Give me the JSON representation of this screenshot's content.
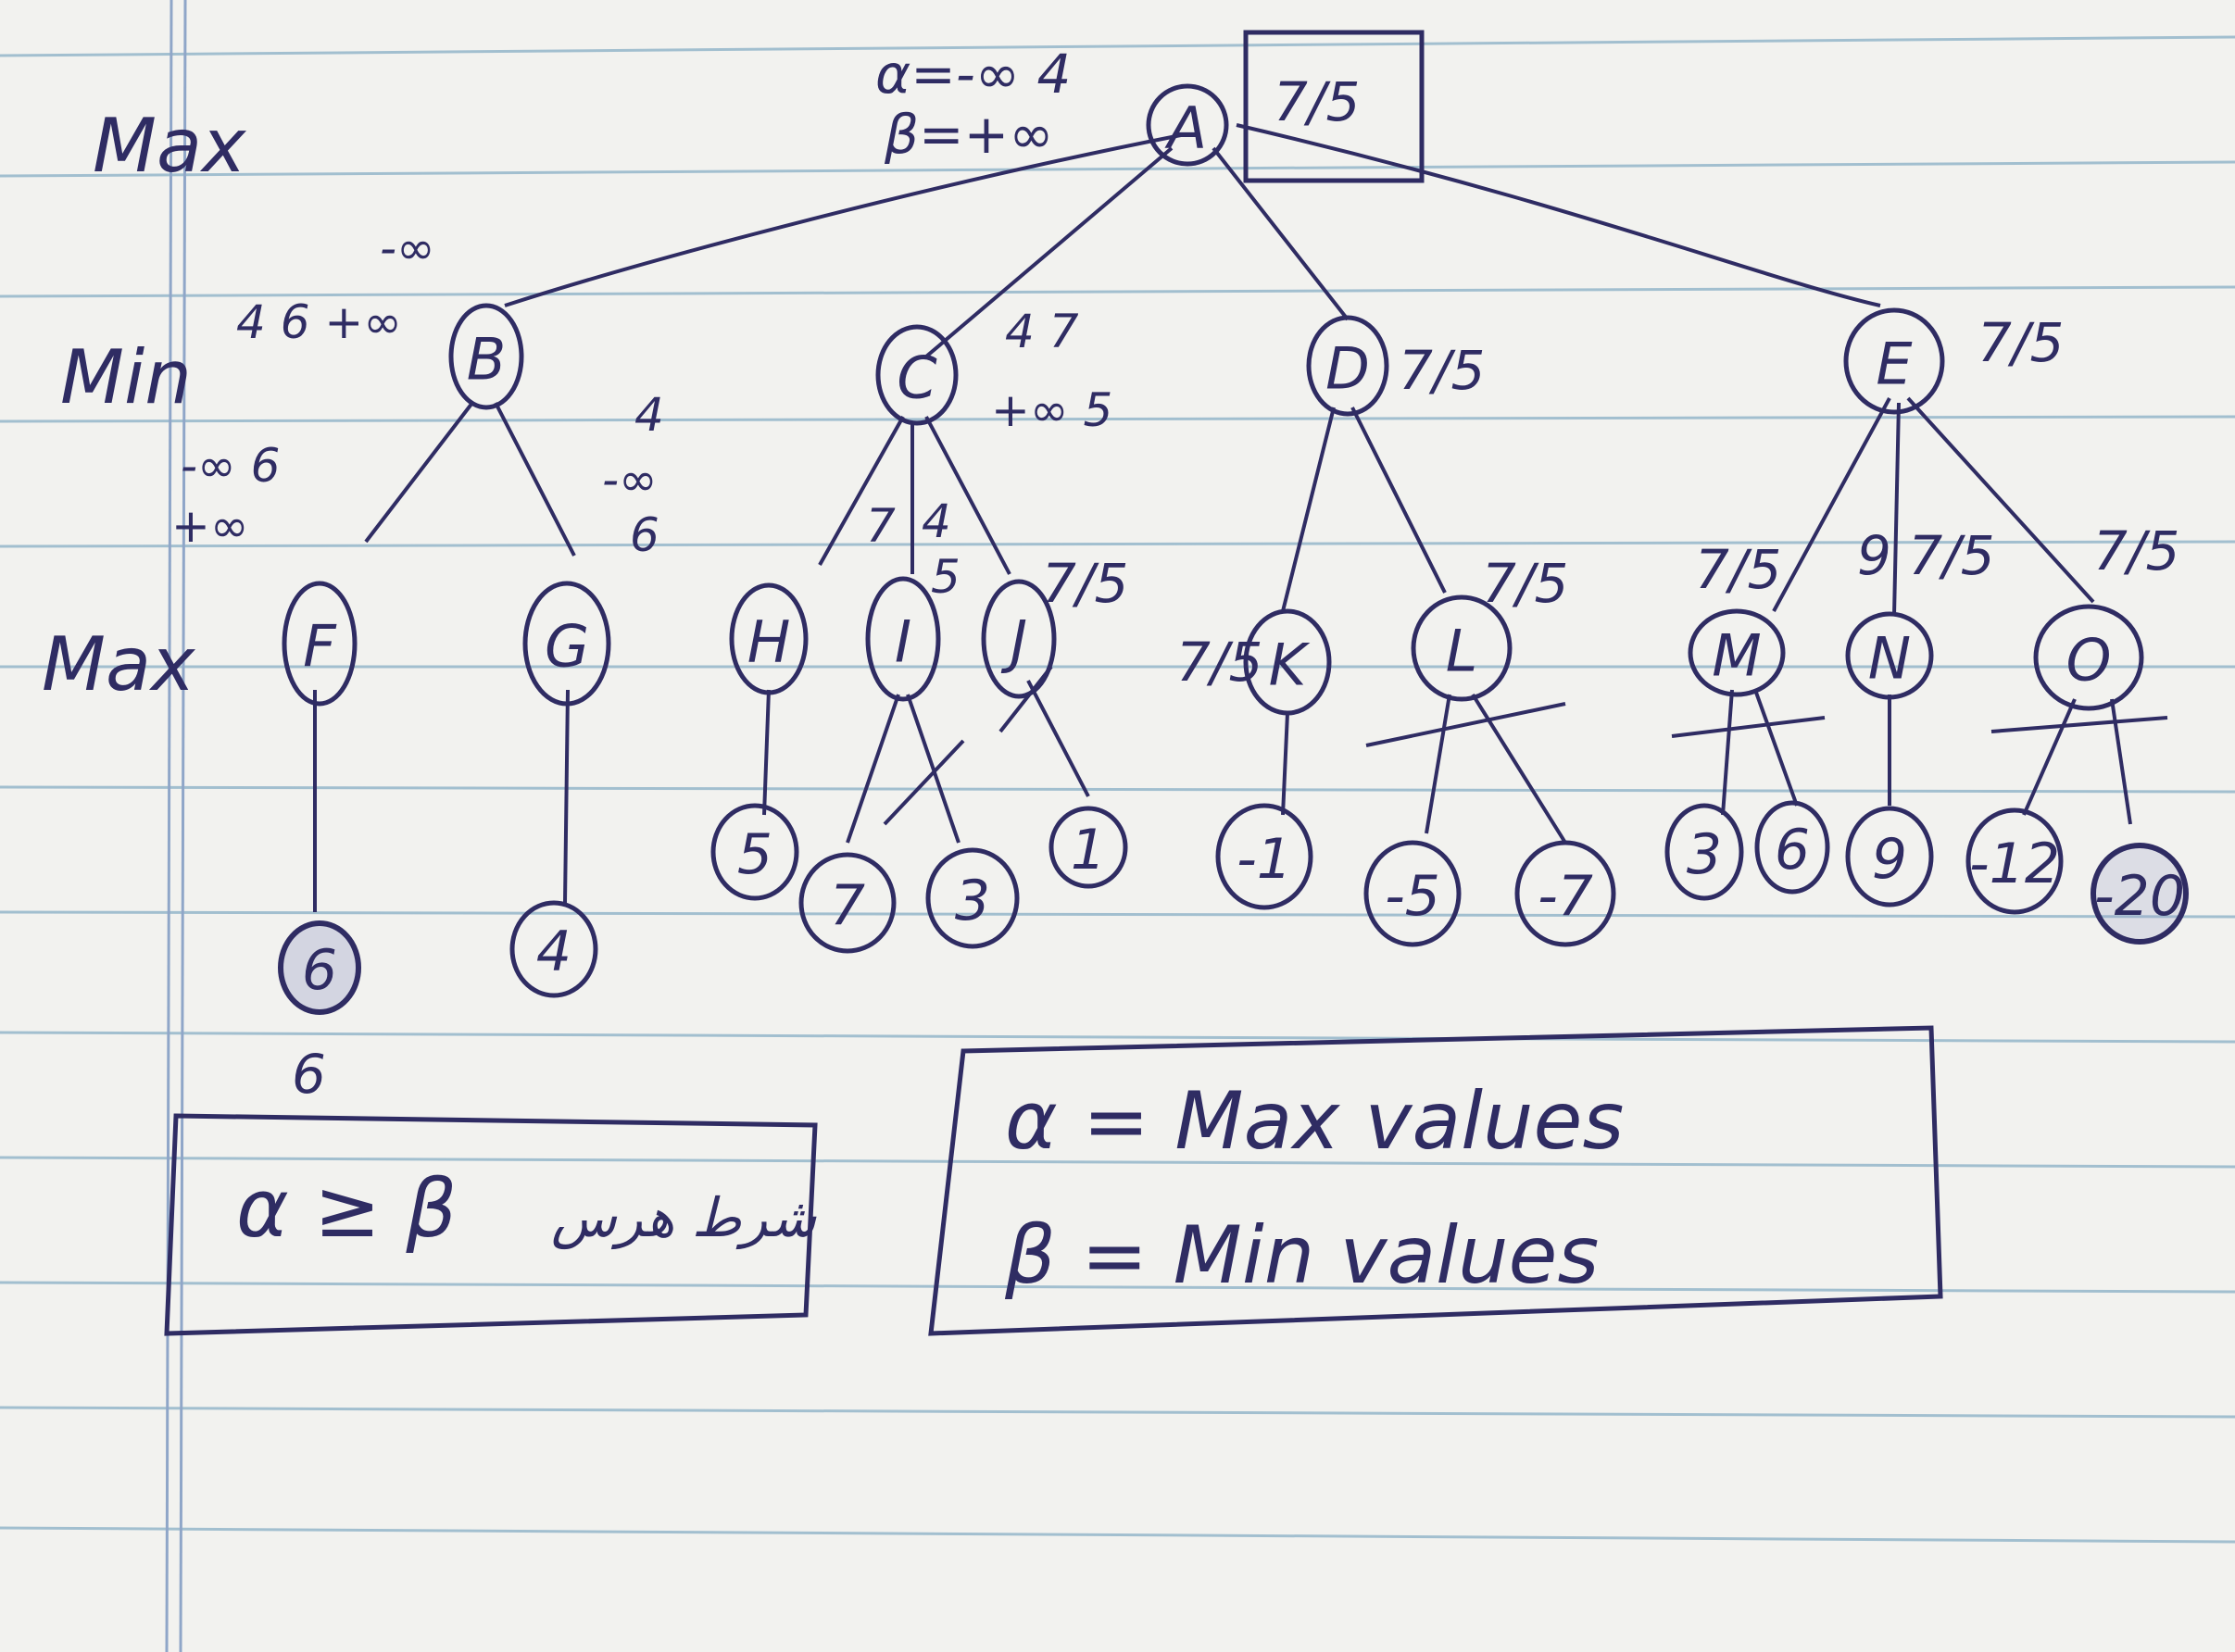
{
  "levels": [
    "Max",
    "Min",
    "Max"
  ],
  "root": {
    "label": "A",
    "alpha": "α=-∞ 4",
    "beta": "β=+∞",
    "box_text": "7/5"
  },
  "min_nodes": [
    {
      "id": "B",
      "annot": [
        "-∞",
        "4 6 +∞"
      ]
    },
    {
      "id": "C",
      "annot": [
        "4  7",
        "+∞ 5"
      ]
    },
    {
      "id": "D",
      "annot": [
        "7/5"
      ]
    },
    {
      "id": "E",
      "annot": [
        "7/5"
      ]
    }
  ],
  "max_nodes": [
    {
      "id": "F",
      "annot": [
        "-∞ 6",
        "+∞"
      ]
    },
    {
      "id": "G",
      "annot": [
        "4",
        "-∞",
        "6"
      ]
    },
    {
      "id": "H",
      "annot": []
    },
    {
      "id": "I",
      "annot": [
        "7",
        "4",
        "5"
      ]
    },
    {
      "id": "J",
      "annot": [
        "7/5"
      ]
    },
    {
      "id": "K",
      "annot": [
        "7/5"
      ]
    },
    {
      "id": "L",
      "annot": [
        "7/5"
      ]
    },
    {
      "id": "M",
      "annot": [
        "7/5"
      ]
    },
    {
      "id": "N",
      "annot": [
        "9 7/5"
      ]
    },
    {
      "id": "O",
      "annot": [
        "7/5"
      ]
    }
  ],
  "leaves": [
    "6",
    "4",
    "5",
    "7",
    "3",
    "1",
    "-1",
    "-5",
    "-7",
    "3",
    "6",
    "9",
    "-12",
    "-20"
  ],
  "leaf_note": "6",
  "condition_box": {
    "formula": "α ≥ β",
    "persian": "شرط هرس"
  },
  "legend_box": {
    "line1": "α = Max values",
    "line2": "β = Min values"
  },
  "colors": {
    "ink": "#2f2c63",
    "paper": "#f2f2ef",
    "rule": "#8fb3c8",
    "margin": "#8fa6c8"
  }
}
